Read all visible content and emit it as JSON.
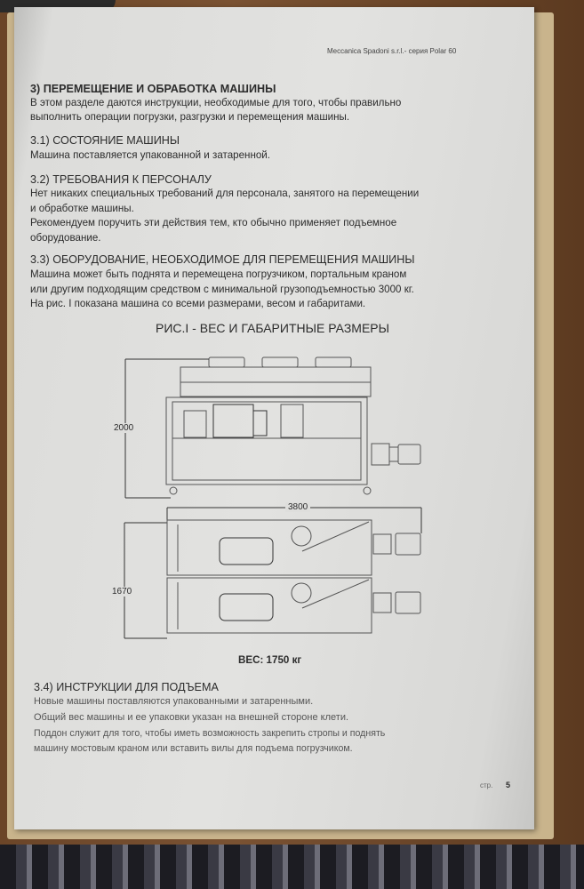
{
  "header": "Meccanica Spadoni s.r.l.- серия Polar 60",
  "s3": {
    "title": "3) ПЕРЕМЕЩЕНИЕ И ОБРАБОТКА МАШИНЫ",
    "lines": [
      "В этом разделе даются инструкции, необходимые для того, чтобы правильно",
      "выполнить операции погрузки, разгрузки и перемещения машины."
    ]
  },
  "s31": {
    "title": "3.1) СОСТОЯНИЕ МАШИНЫ",
    "lines": [
      "Машина поставляется упакованной и затаренной."
    ]
  },
  "s32": {
    "title": "3.2) ТРЕБОВАНИЯ К ПЕРСОНАЛУ",
    "lines": [
      "Нет никаких специальных требований для персонала, занятого на перемещении",
      "и обработке машины.",
      "Рекомендуем поручить эти действия тем, кто обычно применяет подъемное",
      "оборудование."
    ]
  },
  "s33": {
    "title": "3.3) ОБОРУДОВАНИЕ, НЕОБХОДИМОЕ ДЛЯ ПЕРЕМЕЩЕНИЯ МАШИНЫ",
    "lines": [
      "Машина может быть поднята и перемещена погрузчиком, портальным краном",
      "или другим подходящим средством с минимальной грузоподъемностью 3000 кг.",
      "На рис. I показана машина со всеми размерами, весом и габаритами."
    ]
  },
  "figure": {
    "title": "РИС.I - ВЕС И ГАБАРИТНЫЕ РАЗМЕРЫ",
    "height": "2000",
    "length": "3800",
    "width": "1670",
    "weight": "ВЕС: 1750 кг"
  },
  "s34": {
    "title": "3.4) ИНСТРУКЦИИ ДЛЯ ПОДЪЕМА",
    "lines": [
      "Новые машины поставляются упакованными и затаренными.",
      "Общий вес машины и ее упаковки указан на внешней стороне клети.",
      "Поддон служит для того, чтобы иметь возможность закрепить стропы и поднять",
      "машину мостовым краном или вставить вилы для подъема погрузчиком."
    ]
  },
  "footer": {
    "page_label": "стр.",
    "page_number": "5"
  }
}
